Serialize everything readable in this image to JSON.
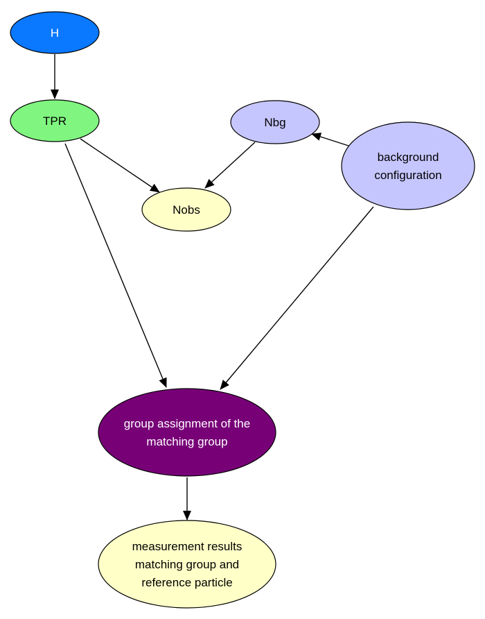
{
  "diagram": {
    "nodes": [
      {
        "id": "H",
        "lines": [
          "H"
        ],
        "fill": "#0a78ff",
        "text_color": "#ffffff"
      },
      {
        "id": "TPR",
        "lines": [
          "TPR"
        ],
        "fill": "#80f680",
        "text_color": "#000000"
      },
      {
        "id": "Nbg",
        "lines": [
          "Nbg"
        ],
        "fill": "#c6c6ff",
        "text_color": "#000000"
      },
      {
        "id": "background_configuration",
        "lines": [
          "background",
          "configuration"
        ],
        "fill": "#c6c6ff",
        "text_color": "#000000"
      },
      {
        "id": "Nobs",
        "lines": [
          "Nobs"
        ],
        "fill": "#ffffc8",
        "text_color": "#000000"
      },
      {
        "id": "group_assignment",
        "lines": [
          "group assignment of the",
          "matching group"
        ],
        "fill": "#770077",
        "text_color": "#ffffff"
      },
      {
        "id": "measurement_results",
        "lines": [
          "measurement results",
          "matching group and",
          "reference particle"
        ],
        "fill": "#ffffc8",
        "text_color": "#000000"
      }
    ],
    "edges": [
      {
        "from": "H",
        "to": "TPR"
      },
      {
        "from": "TPR",
        "to": "Nobs"
      },
      {
        "from": "Nbg",
        "to": "Nobs"
      },
      {
        "from": "background_configuration",
        "to": "Nbg"
      },
      {
        "from": "TPR",
        "to": "group_assignment"
      },
      {
        "from": "background_configuration",
        "to": "group_assignment"
      },
      {
        "from": "group_assignment",
        "to": "measurement_results"
      }
    ],
    "stroke_color": "#000000"
  }
}
